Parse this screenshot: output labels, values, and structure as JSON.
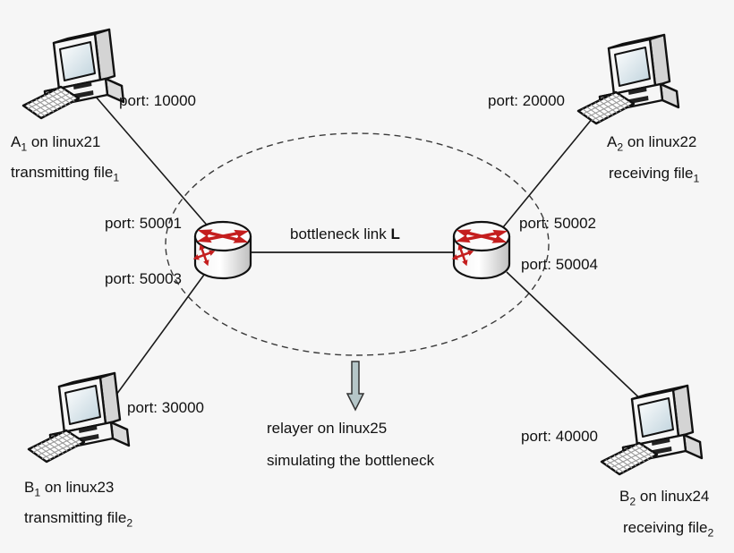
{
  "diagram_title": "dumbbell testbed topology with relayed bottleneck link",
  "colors": {
    "background": "#f6f6f6",
    "line": "#1a1a1a",
    "router_arrow_red": "#c41e1e",
    "relayer_arrow_fill": "#b5c6c8",
    "text": "#111111"
  },
  "nodes": {
    "a1": {
      "port": "port: 10000",
      "name_base": "A",
      "name_sub": "1",
      "name_rest": " on linux21",
      "action_base": "transmitting file",
      "action_sub": "1"
    },
    "a2": {
      "port": "port: 20000",
      "name_base": "A",
      "name_sub": "2",
      "name_rest": " on linux22",
      "action_base": "receiving file",
      "action_sub": "1"
    },
    "b1": {
      "port": "port: 30000",
      "name_base": "B",
      "name_sub": "1",
      "name_rest": " on linux23",
      "action_base": "transmitting file",
      "action_sub": "2"
    },
    "b2": {
      "port": "port: 40000",
      "name_base": "B",
      "name_sub": "2",
      "name_rest": " on linux24",
      "action_base": "receiving file",
      "action_sub": "2"
    }
  },
  "routers": {
    "left": {
      "port_top": "port: 50001",
      "port_bottom": "port: 50003"
    },
    "right": {
      "port_top": "port: 50002",
      "port_bottom": "port: 50004"
    }
  },
  "link": {
    "label_base": "bottleneck link ",
    "label_bold": "L"
  },
  "relayer": {
    "line1": "relayer on linux25",
    "line2": "simulating the bottleneck"
  },
  "icons": {
    "computer": "desktop-pc-icon",
    "router": "router-cylinder-icon",
    "relayer_pointer": "down-block-arrow-icon"
  }
}
